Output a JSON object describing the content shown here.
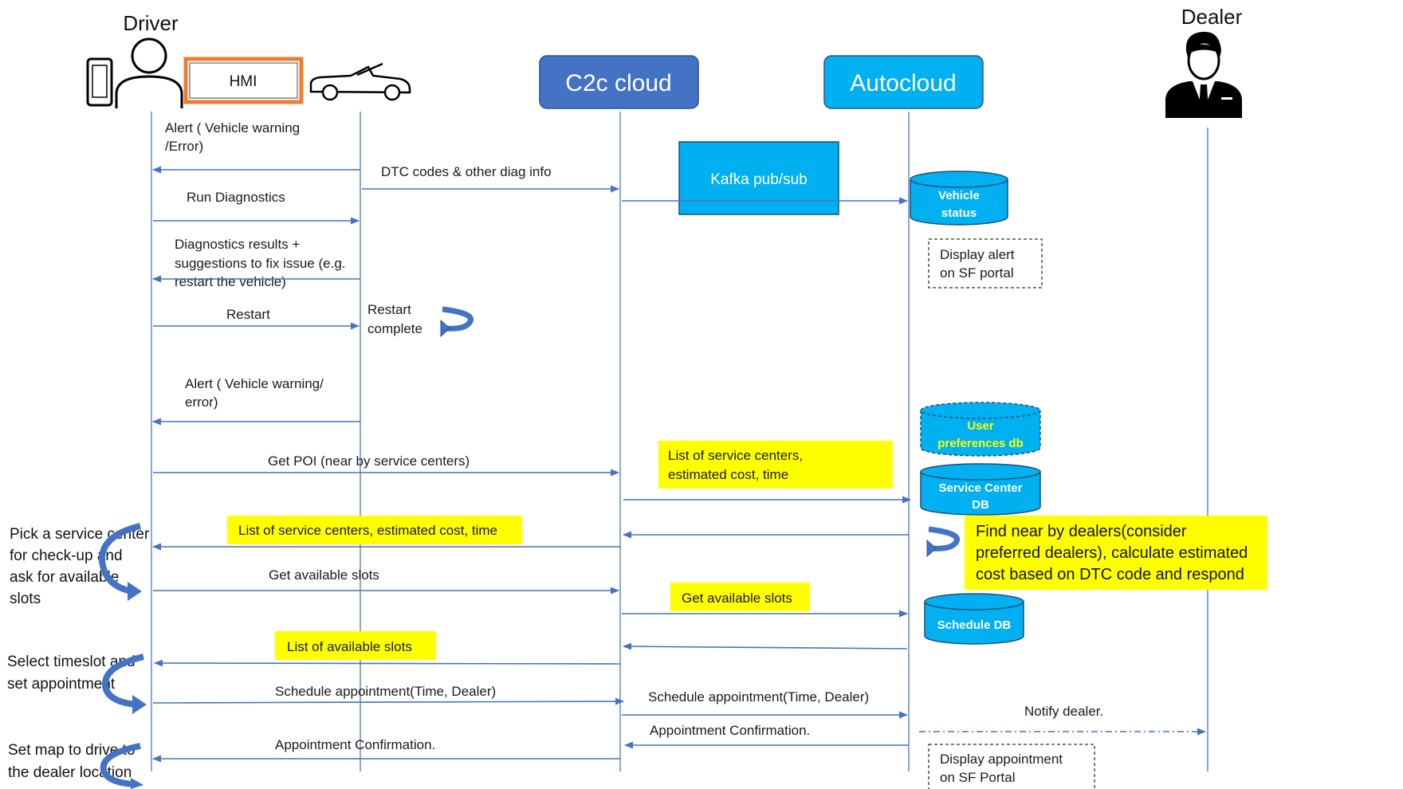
{
  "actors": {
    "driver": "Driver",
    "hmi": "HMI",
    "c2c": "C2c cloud",
    "autocloud": "Autocloud",
    "dealer": "Dealer"
  },
  "kafka": "Kafka pub/sub",
  "databases": {
    "vehicle_status": [
      "Vehicle",
      "status"
    ],
    "user_prefs": [
      "User",
      "preferences db"
    ],
    "service_center": [
      "Service Center",
      "DB"
    ],
    "schedule": "Schedule DB"
  },
  "messages": {
    "alert1": [
      "Alert ( Vehicle warning",
      "/Error)"
    ],
    "dtc": "DTC codes & other diag info",
    "run_diag": "Run Diagnostics",
    "diag_results": [
      "Diagnostics results +",
      "suggestions to fix issue (e.g.",
      "restart the vehicle)"
    ],
    "restart": "Restart",
    "restart_complete": [
      "Restart",
      "complete"
    ],
    "alert2": [
      "Alert ( Vehicle warning/",
      "error)"
    ],
    "get_poi": "Get POI (near by service centers)",
    "list_sc_c2c": [
      "List of service centers,",
      "estimated cost, time"
    ],
    "list_sc_driver": "List of service centers, estimated cost, time",
    "find_dealers": [
      "Find near by dealers(consider",
      "preferred dealers), calculate estimated",
      "cost based on DTC code and respond"
    ],
    "get_slots_driver": "Get available slots",
    "get_slots_c2c": "Get available slots",
    "list_slots": "List of available slots",
    "schedule_driver": "Schedule appointment(Time, Dealer)",
    "schedule_c2c": "Schedule appointment(Time, Dealer)",
    "notify_dealer": "Notify dealer.",
    "confirm_c2c": "Appointment Confirmation.",
    "confirm_driver": "Appointment Confirmation."
  },
  "notes": {
    "alert_portal": [
      "Display alert",
      "on SF portal"
    ],
    "appt_portal": [
      "Display appointment",
      "on SF Portal"
    ]
  },
  "driver_actions": {
    "pick": [
      "Pick a service center",
      "for check-up and",
      "ask for available",
      "slots"
    ],
    "select": [
      "Select timeslot and",
      "set appointment"
    ],
    "map": [
      "Set map to drive to",
      "the dealer location"
    ]
  },
  "colors": {
    "c2c_box": "#4472c4",
    "cyan": "#00b0f0",
    "arrow": "#4472c4",
    "highlight": "#ffff00",
    "hmi_border": "#ed7d31"
  },
  "icons": [
    "phone-icon",
    "person-icon",
    "car-icon",
    "dealer-icon",
    "loop-arrow-icon",
    "curved-arrow-icon"
  ]
}
